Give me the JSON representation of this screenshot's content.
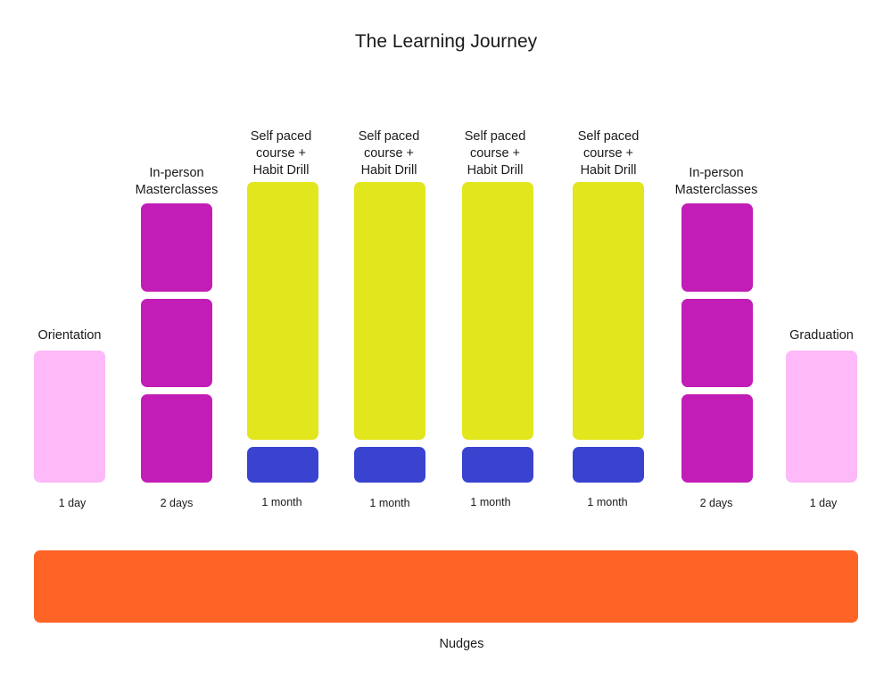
{
  "title": "The Learning Journey",
  "colors": {
    "orientation": "#FDB9F8",
    "masterclass": "#C21DB7",
    "self_paced": "#E2E61C",
    "habit_drill": "#3A43D0",
    "nudges": "#FF6427"
  },
  "stages": [
    {
      "label": "Orientation",
      "duration": "1 day"
    },
    {
      "label": "In-person\nMasterclasses",
      "duration": "2 days"
    },
    {
      "label": "Self paced\ncourse +\nHabit Drill",
      "duration": "1 month"
    },
    {
      "label": "Self paced\ncourse +\nHabit Drill",
      "duration": "1 month"
    },
    {
      "label": "Self paced\ncourse +\nHabit Drill",
      "duration": "1 month"
    },
    {
      "label": "Self paced\ncourse +\nHabit Drill",
      "duration": "1 month"
    },
    {
      "label": "In-person\nMasterclasses",
      "duration": "2 days"
    },
    {
      "label": "Graduation",
      "duration": "1 day"
    }
  ],
  "nudges": {
    "label": "Nudges"
  }
}
